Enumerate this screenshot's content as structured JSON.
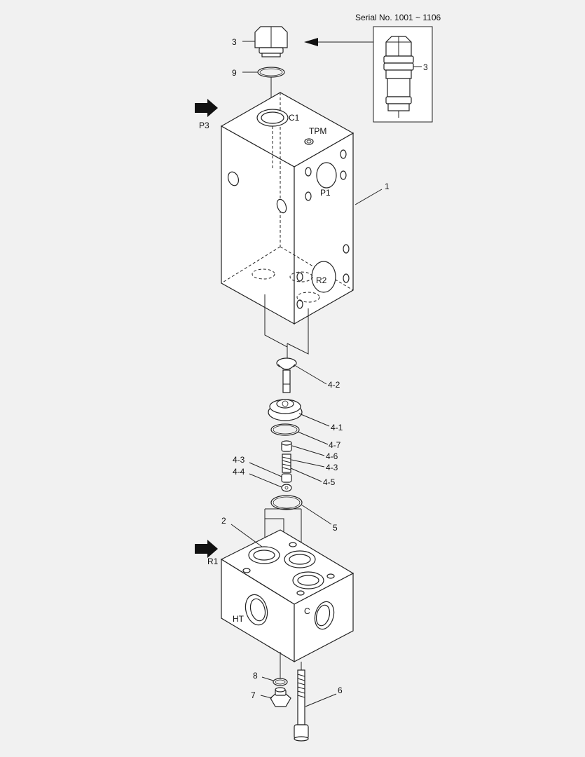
{
  "inset": {
    "serial_note": "Serial No. 1001 ~ 1106",
    "callout": "3"
  },
  "ports": {
    "p3": "P3",
    "c1": "C1",
    "tpm": "TPM",
    "p1": "P1",
    "r2": "R2",
    "r1": "R1",
    "ht": "HT",
    "c": "C"
  },
  "callouts": [
    {
      "id": "c3",
      "text": "3"
    },
    {
      "id": "c9",
      "text": "9"
    },
    {
      "id": "c1",
      "text": "1"
    },
    {
      "id": "c42",
      "text": "4-2"
    },
    {
      "id": "c41",
      "text": "4-1"
    },
    {
      "id": "c47",
      "text": "4-7"
    },
    {
      "id": "c46",
      "text": "4-6"
    },
    {
      "id": "c43r",
      "text": "4-3"
    },
    {
      "id": "c43l",
      "text": "4-3"
    },
    {
      "id": "c44",
      "text": "4-4"
    },
    {
      "id": "c45",
      "text": "4-5"
    },
    {
      "id": "c5",
      "text": "5"
    },
    {
      "id": "c2",
      "text": "2"
    },
    {
      "id": "c8",
      "text": "8"
    },
    {
      "id": "c7",
      "text": "7"
    },
    {
      "id": "c6",
      "text": "6"
    }
  ],
  "colors": {
    "background": "#f1f1f1",
    "line": "#222222",
    "part_fill": "#ffffff"
  },
  "icons": {
    "flow_arrow": "arrow-right-icon",
    "pointer_arrow": "arrow-left-icon"
  }
}
